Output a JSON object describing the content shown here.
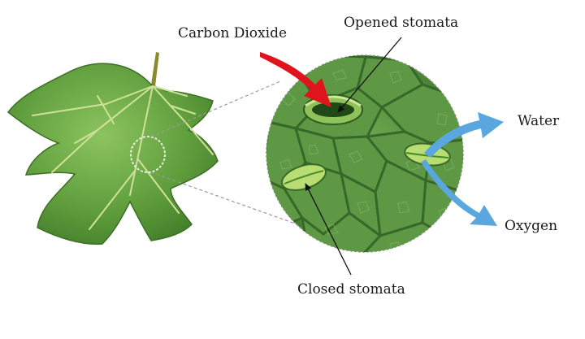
{
  "labels": {
    "carbon_dioxide": "Carbon Dioxide",
    "opened_stomata": "Opened stomata",
    "water": "Water",
    "oxygen": "Oxygen",
    "closed_stomata": "Closed stomata"
  },
  "colors": {
    "leaf": "#5a9a3a",
    "leaf_light": "#7fb85a",
    "leaf_vein": "#c8dc8a",
    "cells": "#3f7a2e",
    "cell_fill": "#5f9845",
    "co2_arrow": "#e0141c",
    "out_arrow": "#5aa6de",
    "stoma": "#b7dd73"
  }
}
